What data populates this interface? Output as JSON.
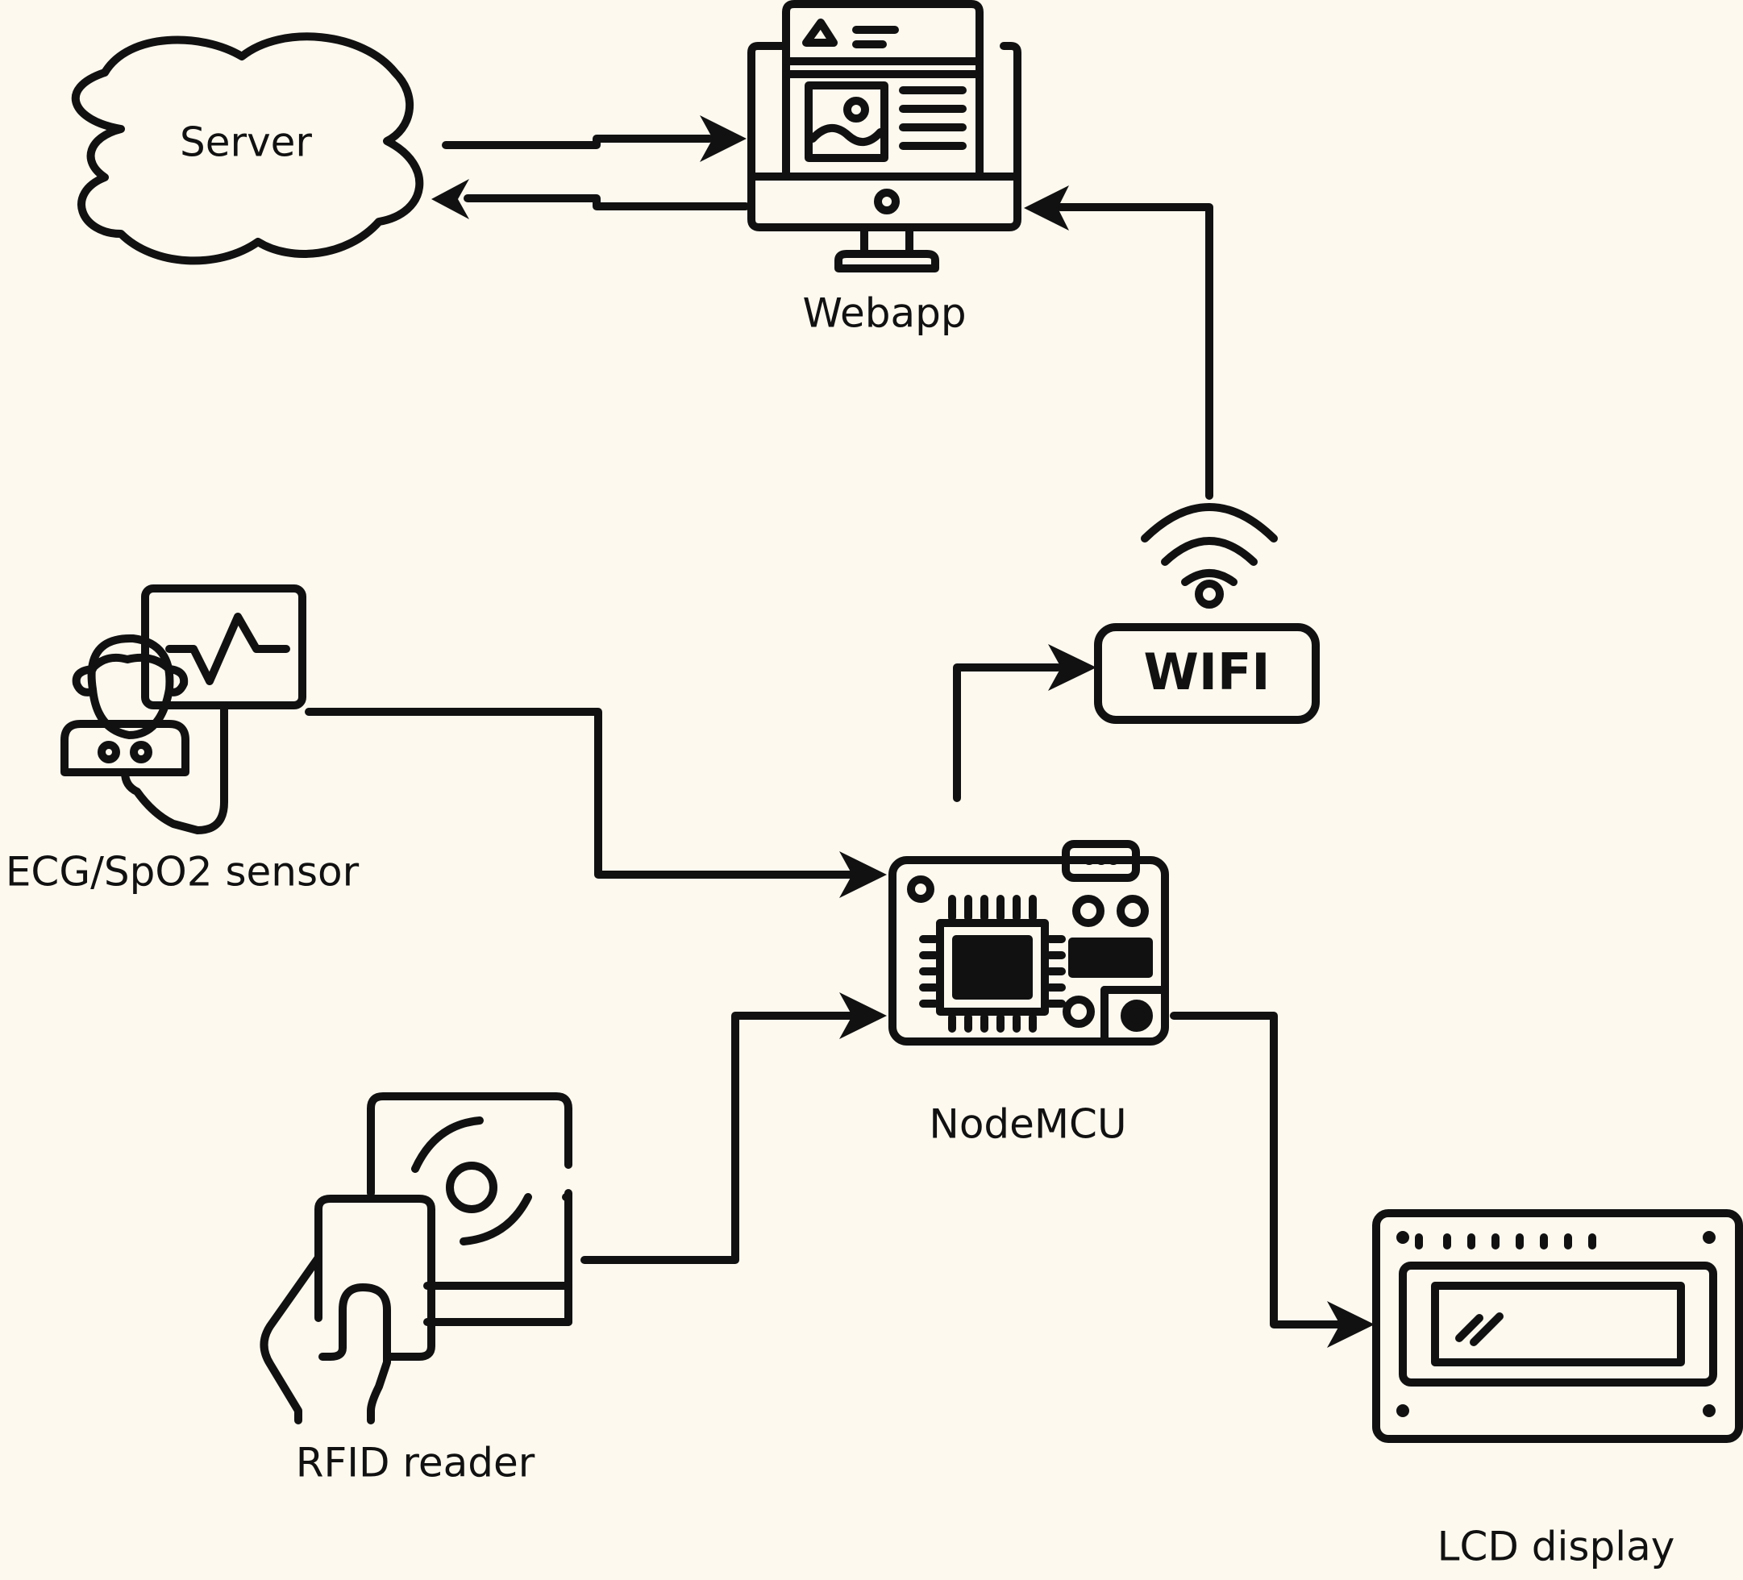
{
  "colors": {
    "background": "#fdf9ef",
    "stroke": "#111111"
  },
  "nodes": {
    "server": {
      "label": "Server",
      "icon": "cloud-icon"
    },
    "webapp": {
      "label": "Webapp",
      "icon": "monitor-webpage-icon"
    },
    "wifi": {
      "label": "WIFI",
      "icon": "wifi-icon"
    },
    "ecg": {
      "label": "ECG/SpO2 sensor",
      "icon": "patient-monitor-icon"
    },
    "nodemcu": {
      "label": "NodeMCU",
      "icon": "circuit-board-icon"
    },
    "rfid": {
      "label": "RFID reader",
      "icon": "rfid-card-reader-icon"
    },
    "lcd": {
      "label": "LCD display",
      "icon": "lcd-panel-icon"
    }
  },
  "edges": [
    {
      "from": "Server",
      "to": "Webapp"
    },
    {
      "from": "Webapp",
      "to": "Server"
    },
    {
      "from": "WIFI",
      "to": "Webapp"
    },
    {
      "from": "NodeMCU",
      "to": "WIFI"
    },
    {
      "from": "ECG/SpO2 sensor",
      "to": "NodeMCU"
    },
    {
      "from": "RFID reader",
      "to": "NodeMCU"
    },
    {
      "from": "NodeMCU",
      "to": "LCD display"
    }
  ]
}
